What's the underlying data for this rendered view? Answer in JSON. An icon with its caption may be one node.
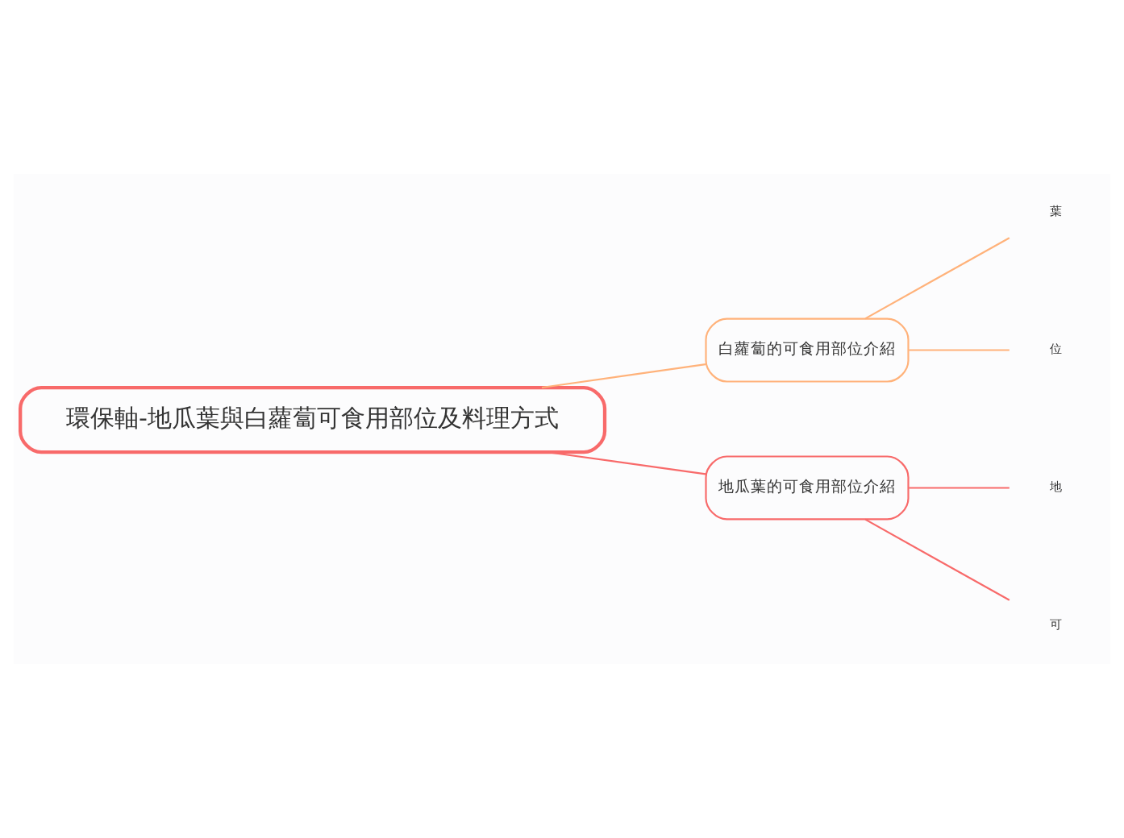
{
  "diagram": {
    "nodes": [
      {
        "text": [
          "環保軸-地瓜葉與白蘿蔔可食用部位及料理方式"
        ]
      },
      {
        "text": [
          "白蘿蔔的可食用部位介紹"
        ]
      },
      {
        "text": [
          "地瓜葉的可食用部位介紹"
        ]
      },
      {
        "text": [
          "葉"
        ]
      },
      {
        "text": [
          "位"
        ]
      },
      {
        "text": [
          "地"
        ]
      },
      {
        "text": [
          "可"
        ]
      }
    ],
    "edges": [
      {
        "from": 0,
        "to": 1,
        "arrow": "none",
        "color": "#ffb27a"
      },
      {
        "from": 0,
        "to": 2,
        "arrow": "none",
        "color": "#f86a6a"
      },
      {
        "from": 1,
        "to": 3,
        "arrow": "none",
        "color": "#ffb27a"
      },
      {
        "from": 1,
        "to": 4,
        "arrow": "none",
        "color": "#ffb27a"
      },
      {
        "from": 2,
        "to": 5,
        "arrow": "none",
        "color": "#f86a6a"
      },
      {
        "from": 2,
        "to": 6,
        "arrow": "none",
        "color": "#f86a6a"
      }
    ]
  }
}
